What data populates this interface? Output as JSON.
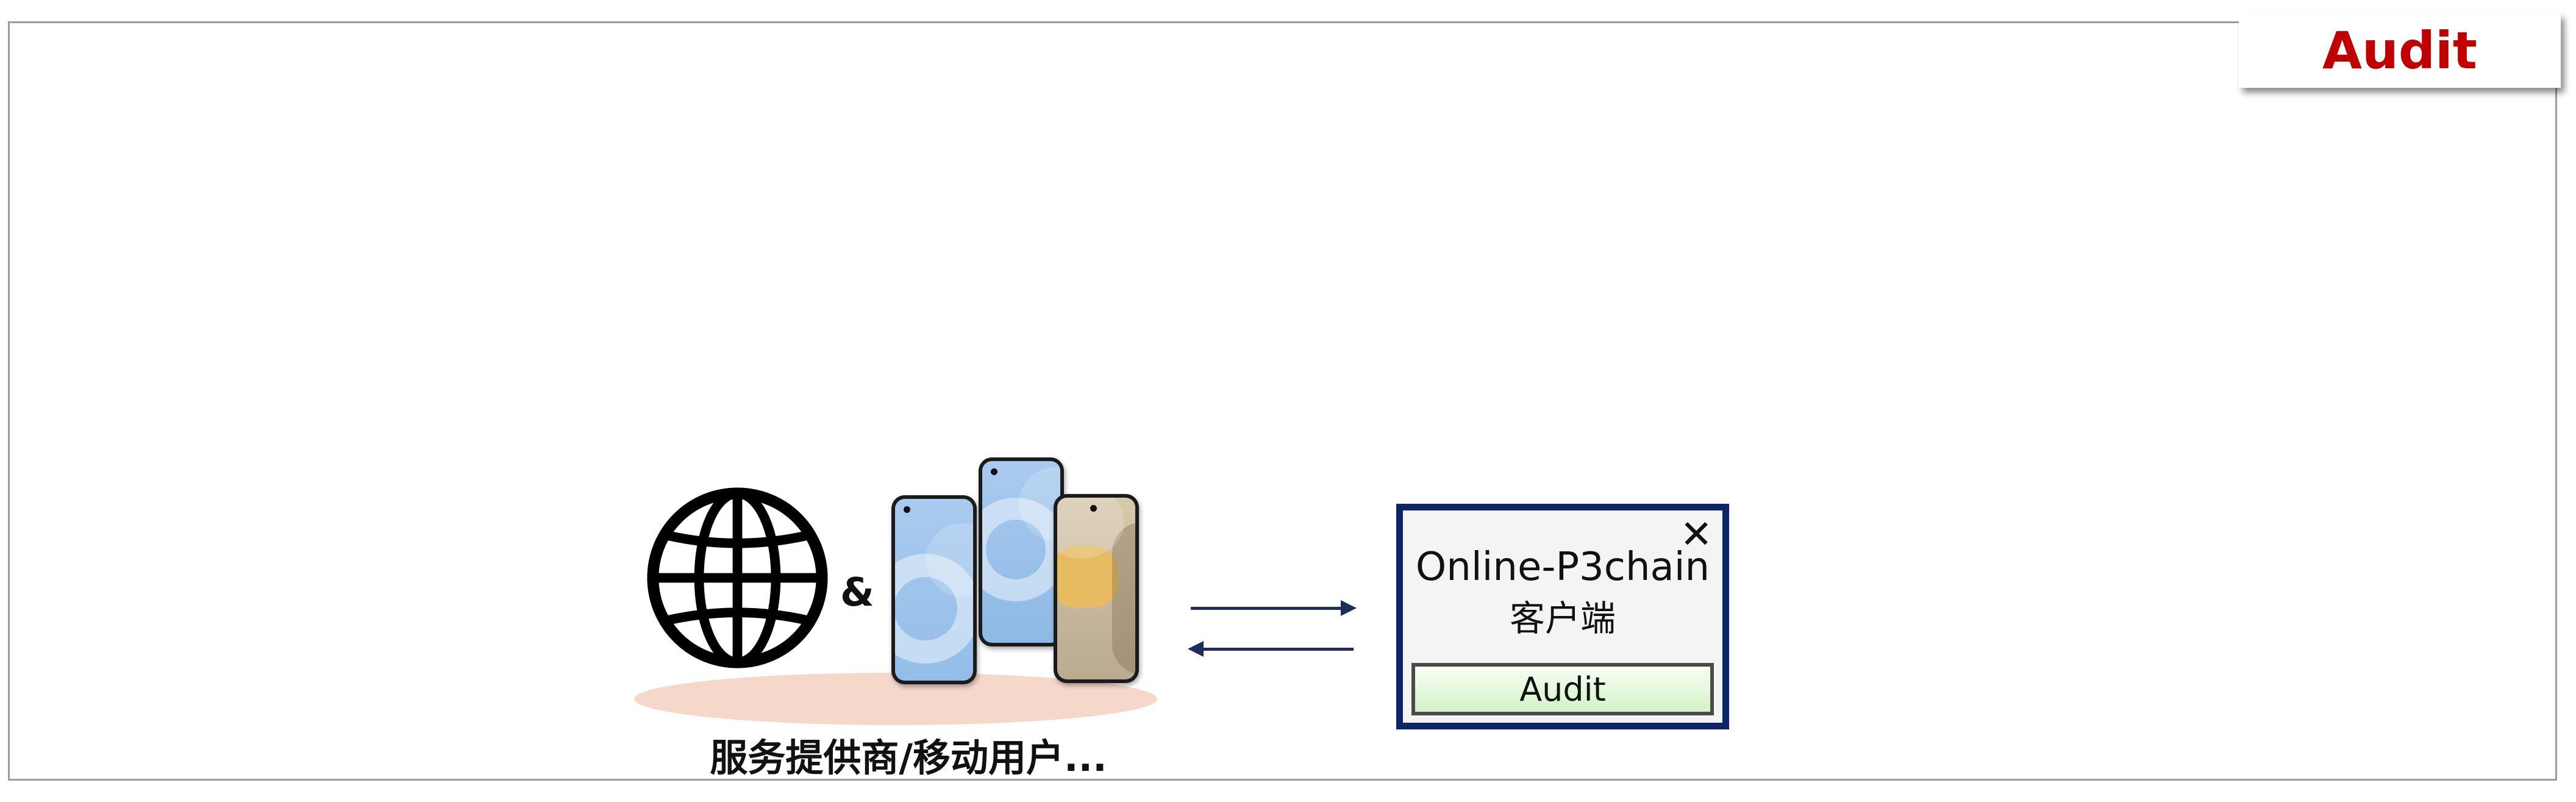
{
  "corner_tag": {
    "label": "Audit",
    "color": "#c00000"
  },
  "left_group": {
    "connector": "&",
    "caption": "服务提供商/移动用户...",
    "globe_icon": "globe-icon",
    "phone_icons": [
      "smartphone-icon",
      "smartphone-icon",
      "smartphone-icon"
    ]
  },
  "arrows": {
    "color": "#1f2d5c",
    "directions": [
      "right",
      "left"
    ]
  },
  "client_window": {
    "title": "Online-P3chain",
    "subtitle": "客户端",
    "close_symbol": "✕",
    "button_label": "Audit",
    "border_color": "#0d2466"
  }
}
